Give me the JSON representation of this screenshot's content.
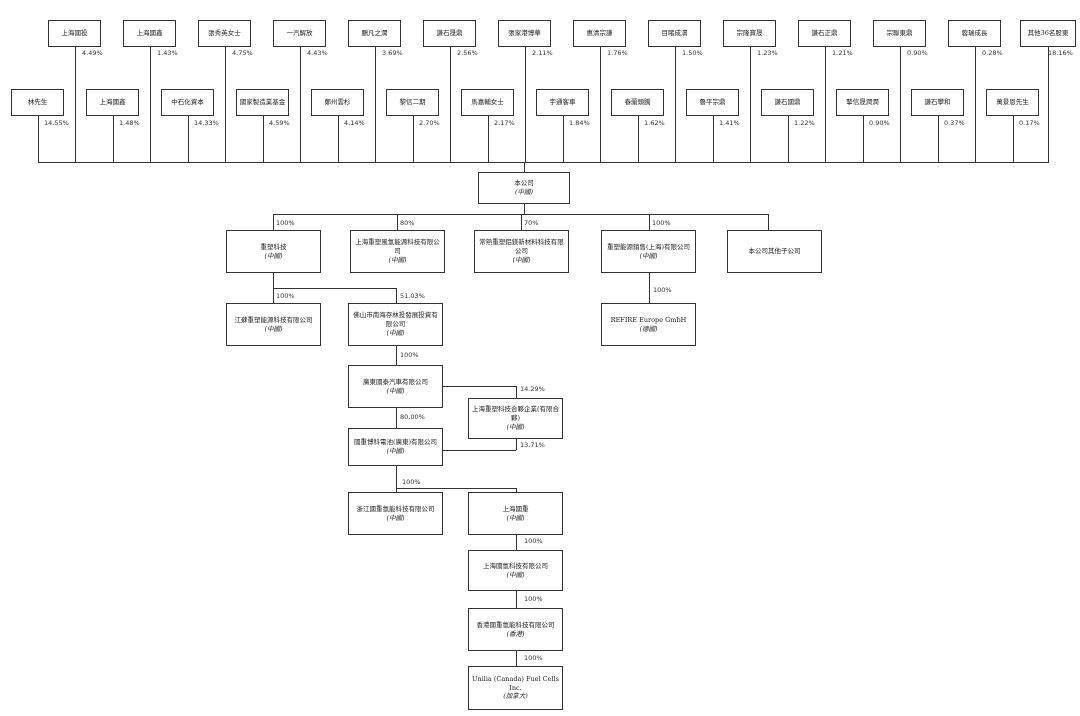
{
  "shareholders_top": [
    {
      "name": "上海國投",
      "pct": "4.49%"
    },
    {
      "name": "上海國鑫",
      "pct": "1.43%"
    },
    {
      "name": "張秀英女士",
      "pct": "4.75%"
    },
    {
      "name": "一汽解放",
      "pct": "4.43%"
    },
    {
      "name": "鵬凡之澗",
      "pct": "3.69%"
    },
    {
      "name": "謙石晟鼎",
      "pct": "2.56%"
    },
    {
      "name": "張家港博華",
      "pct": "2.11%"
    },
    {
      "name": "惠清宗謙",
      "pct": "1.76%"
    },
    {
      "name": "目睹成濤",
      "pct": "1.50%"
    },
    {
      "name": "宗隆寶晟",
      "pct": "1.23%"
    },
    {
      "name": "謙石正鼎",
      "pct": "1.21%"
    },
    {
      "name": "宗聯東鼎",
      "pct": "0.90%"
    },
    {
      "name": "蓉瑞成長",
      "pct": "0.28%"
    },
    {
      "name": "其他36名股東",
      "pct": "18.16%"
    }
  ],
  "shareholders_bottom": [
    {
      "name": "林先生",
      "pct": "14.55%"
    },
    {
      "name": "上海國鑫",
      "pct": "1.48%"
    },
    {
      "name": "中石化資本",
      "pct": "14.33%"
    },
    {
      "name": "國家製造業基金",
      "pct": "4.59%"
    },
    {
      "name": "鄭州雲杉",
      "pct": "4.14%"
    },
    {
      "name": "黎信二期",
      "pct": "2.70%"
    },
    {
      "name": "馬嘉輔女士",
      "pct": "2.17%"
    },
    {
      "name": "宇通客車",
      "pct": "1.84%"
    },
    {
      "name": "春蘭頭騰",
      "pct": "1.62%"
    },
    {
      "name": "魯平宗鼎",
      "pct": "1.41%"
    },
    {
      "name": "謙石國鼎",
      "pct": "1.22%"
    },
    {
      "name": "摯信晟潤潤",
      "pct": "0.90%"
    },
    {
      "name": "謙石攀和",
      "pct": "0.37%"
    },
    {
      "name": "萬景恩先生",
      "pct": "0.17%"
    }
  ],
  "company": {
    "name": "本公司",
    "loc": "(中國)"
  },
  "subsidiaries": [
    {
      "name": "重塑科技",
      "loc": "(中國)",
      "pct": "100%"
    },
    {
      "name": "上海重塑風氫能源科技有限公司",
      "loc": "(中國)",
      "pct": "80%"
    },
    {
      "name": "常熟重塑鋁鎂新材料科技有限公司",
      "loc": "(中國)",
      "pct": "70%"
    },
    {
      "name": "重塑能源銷售(上海)有限公司",
      "loc": "(中國)",
      "pct": "100%"
    },
    {
      "name": "本公司其他子公司",
      "loc": "",
      "pct": ""
    }
  ],
  "level3": [
    {
      "name": "江蘇重塑能源科技有限公司",
      "loc": "(中國)",
      "pct": "100%"
    },
    {
      "name": "佛山市南海存林投發展投資有限公司",
      "loc": "(中國)",
      "pct": "51.03%"
    },
    {
      "name": "REFIRE Europe GmbH",
      "loc": "(德國)",
      "pct": "100%"
    }
  ],
  "chain": [
    {
      "name": "廣東國泰汽車有限公司",
      "loc": "(中國)",
      "pct": "100%"
    },
    {
      "name": "上海重塑科技合夥企業(有限合夥)",
      "loc": "(中國)",
      "pct": "14.29%"
    },
    {
      "name": "國重博科電池(廣東)有限公司",
      "loc": "(中國)",
      "pct": "80.00%"
    },
    {
      "pct": "13.71%"
    },
    {
      "name": "浙江國重氫能科技有限公司",
      "loc": "(中國)",
      "pct": "100%"
    },
    {
      "name": "上海國重",
      "loc": "(中國)"
    },
    {
      "name": "上海國氫科技有限公司",
      "loc": "(中國)",
      "pct": "100%"
    },
    {
      "name": "香港國重氫能科技有限公司",
      "loc": "(香港)",
      "pct": "100%"
    },
    {
      "name": "Unilia (Canada) Fuel Cells Inc.",
      "loc": "(加拿大)",
      "pct": "100%"
    }
  ]
}
